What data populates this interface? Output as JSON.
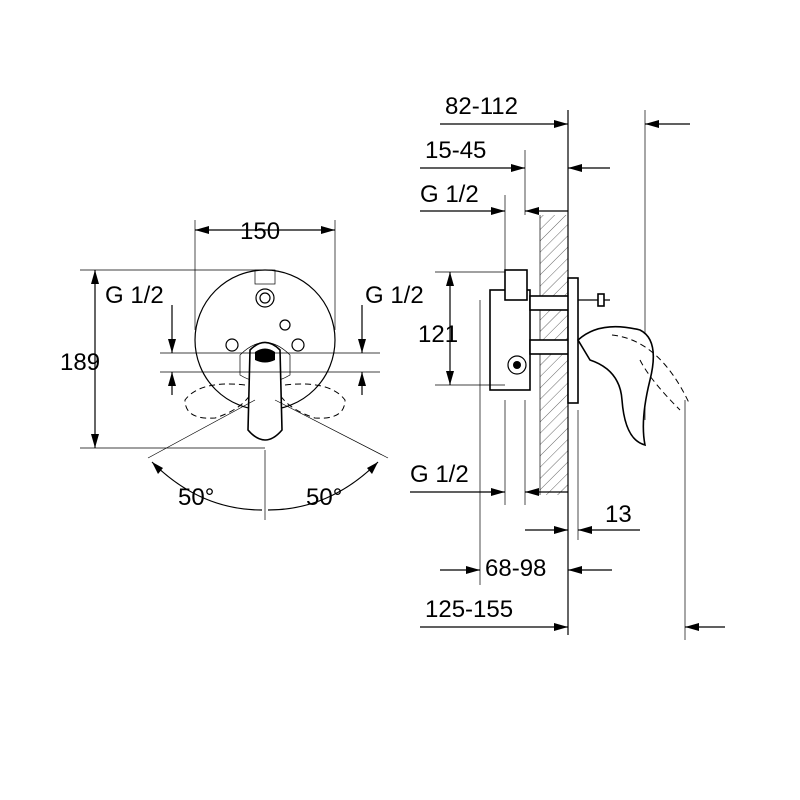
{
  "front_view": {
    "width_label": "150",
    "height_label": "189",
    "inlet_left_label": "G 1/2",
    "inlet_right_label": "G 1/2",
    "angle_left_label": "50°",
    "angle_right_label": "50°"
  },
  "side_view": {
    "overall_depth_label": "82-112",
    "cover_adjust_label": "15-45",
    "inlet_top_label": "G 1/2",
    "inlet_spacing_label": "121",
    "inlet_bottom_label": "G 1/2",
    "plate_label": "13",
    "body_depth_label": "68-98",
    "total_depth_label": "125-155"
  },
  "thread": {
    "base": "G",
    "num": "1",
    "den": "2"
  }
}
